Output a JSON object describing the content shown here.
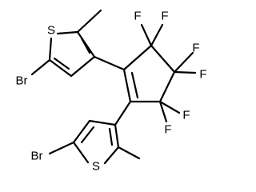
{
  "atoms": {
    "top_s": "S",
    "top_br": "Br",
    "bottom_s": "S",
    "bottom_br": "Br",
    "f1": "F",
    "f2": "F",
    "f3": "F",
    "f4": "F",
    "f5": "F",
    "f6": "F"
  },
  "colors": {
    "ink": "#000000",
    "background": "#ffffff"
  }
}
